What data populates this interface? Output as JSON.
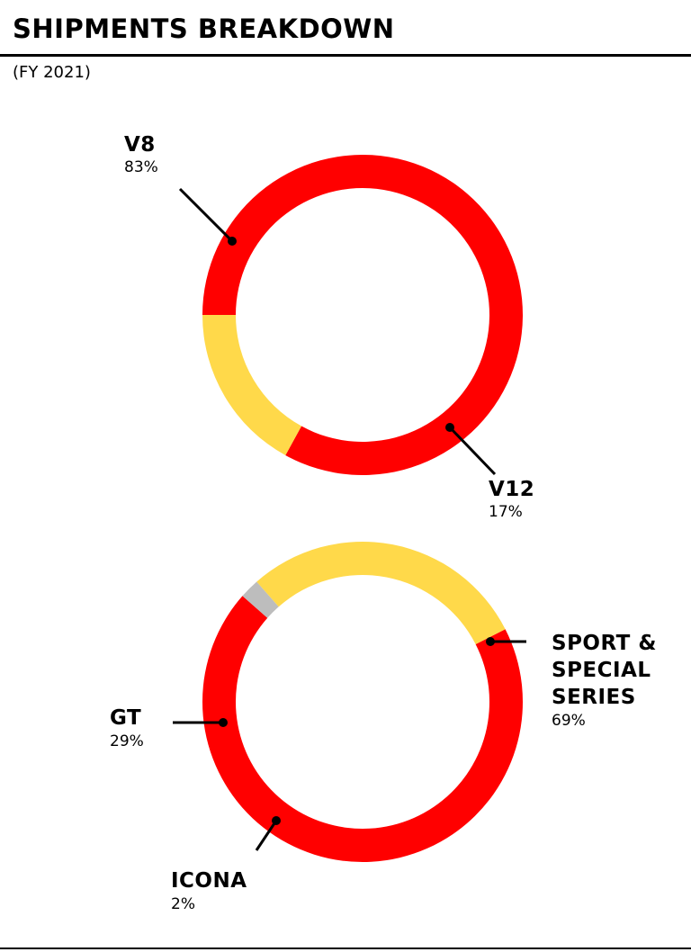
{
  "header": {
    "title": "SHIPMENTS BREAKDOWN",
    "subtitle": "(FY 2021)"
  },
  "colors": {
    "red": "#ff0000",
    "yellow": "#ffd94a",
    "gray": "#bdbdbd",
    "text": "#000000"
  },
  "chart_data": [
    {
      "type": "pie",
      "variant": "donut",
      "start_angle_deg": 180,
      "direction": "clockwise",
      "slices": [
        {
          "name": "V8",
          "pct_label": "83%",
          "value": 83,
          "color": "#ff0000"
        },
        {
          "name": "V12",
          "pct_label": "17%",
          "value": 17,
          "color": "#ffd94a"
        }
      ]
    },
    {
      "type": "pie",
      "variant": "donut",
      "start_angle_deg": -27,
      "direction": "clockwise",
      "slices": [
        {
          "name": "SPORT & SPECIAL SERIES",
          "name_lines": [
            "SPORT &",
            "SPECIAL",
            "SERIES"
          ],
          "pct_label": "69%",
          "value": 69,
          "color": "#ff0000"
        },
        {
          "name": "ICONA",
          "pct_label": "2%",
          "value": 2,
          "color": "#bdbdbd"
        },
        {
          "name": "GT",
          "pct_label": "29%",
          "value": 29,
          "color": "#ffd94a"
        }
      ]
    }
  ]
}
